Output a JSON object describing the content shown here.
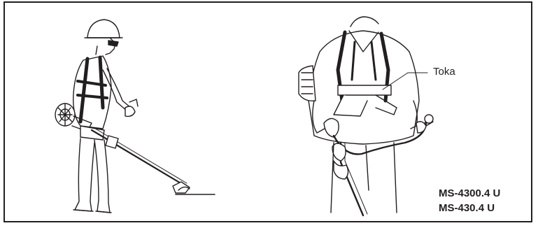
{
  "callout_label": "Toka",
  "models": [
    "MS-4300.4 U",
    "MS-430.4 U"
  ],
  "colors": {
    "line": "#231f20",
    "background": "#ffffff"
  }
}
